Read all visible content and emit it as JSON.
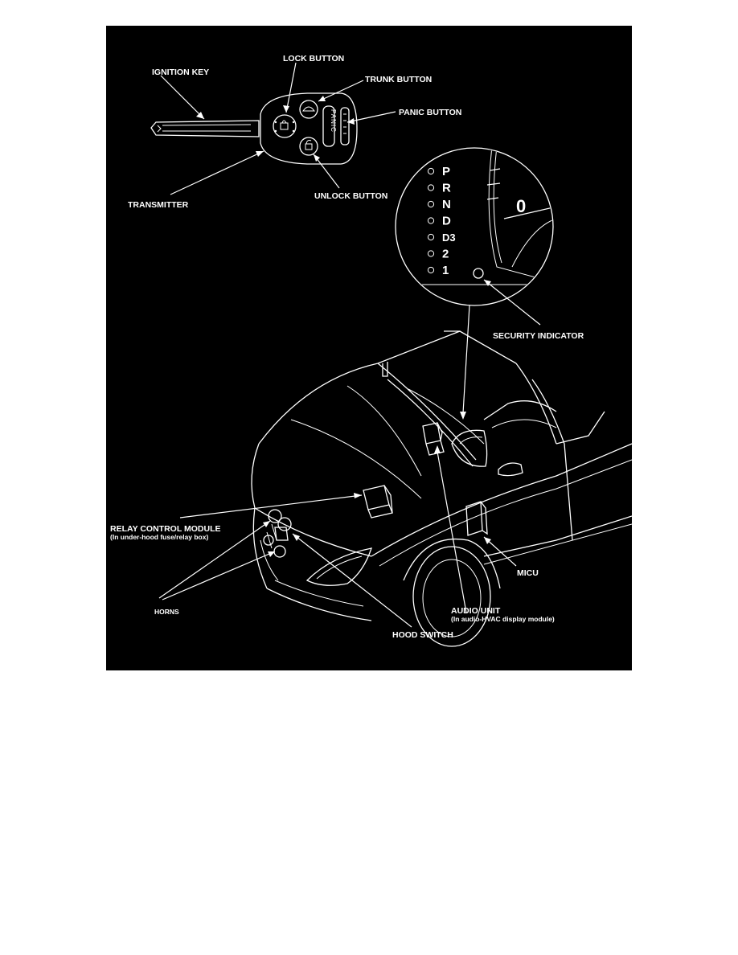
{
  "diagram": {
    "colors": {
      "background": "#000000",
      "line": "#ffffff",
      "page": "#ffffff"
    },
    "labels": {
      "ignition_key": "IGNITION KEY",
      "lock_button": "LOCK BUTTON",
      "trunk_button": "TRUNK BUTTON",
      "panic_button": "PANIC BUTTON",
      "transmitter": "TRANSMITTER",
      "unlock_button": "UNLOCK BUTTON",
      "security_indicator": "SECURITY INDICATOR",
      "relay_control_module": "RELAY CONTROL MODULE",
      "relay_control_module_note": "(In under-hood fuse/relay box)",
      "micu": "MICU",
      "horns": "HORNS",
      "audio_unit": "AUDIO UNIT",
      "audio_unit_note": "(In audio-HVAC display module)",
      "hood_switch": "HOOD SWITCH"
    },
    "panic_text": "PANIC",
    "gauge_number": "0",
    "gears": [
      "P",
      "R",
      "N",
      "D",
      "D3",
      "2",
      "1"
    ]
  }
}
